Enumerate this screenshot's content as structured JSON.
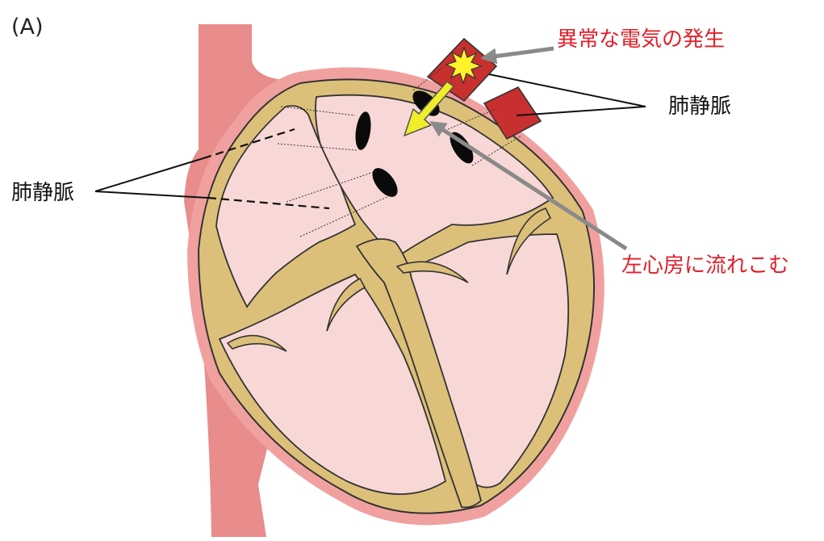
{
  "labels": {
    "panel": "(A)",
    "abnormal_excitation": "異常な電気の発生",
    "pulmonary_vein_right": "肺静脈",
    "pulmonary_vein_left": "肺静脈",
    "flow_into_left_atrium": "左心房に流れこむ"
  },
  "colors": {
    "red_text": "#e0202a",
    "aorta": "#e88c8c",
    "heart_outline": "#f1a0a0",
    "muscle": "#dcc07a",
    "chamber": "#f8d8d6",
    "vein": "#c8302f",
    "flow_arrow": "#f0ee2a",
    "gray_arrow": "#8a8a8a"
  },
  "icons": {
    "spark": "spark-burst-icon"
  }
}
